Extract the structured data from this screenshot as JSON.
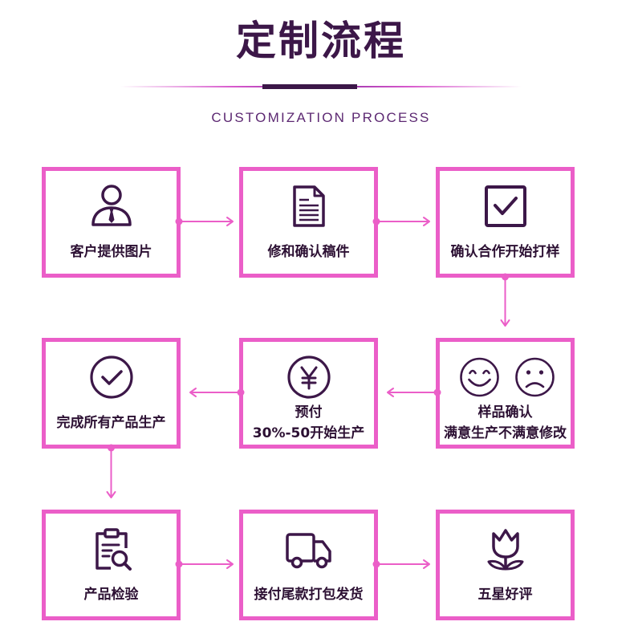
{
  "header": {
    "title": "定制流程",
    "subtitle": "CUSTOMIZATION PROCESS"
  },
  "colors": {
    "title": "#3c1748",
    "subtitle": "#5c2872",
    "border": "#eb5ec8",
    "icon": "#3c1748",
    "arrow": "#eb5ec8",
    "text": "#2c1033"
  },
  "steps": [
    {
      "icon": "person-icon",
      "lines": [
        "客户提供图片"
      ]
    },
    {
      "icon": "document-icon",
      "lines": [
        "修和确认稿件"
      ]
    },
    {
      "icon": "checkbox-icon",
      "lines": [
        "确认合作开始打样"
      ]
    },
    {
      "icon": "smile-and-frown-faces-icon",
      "lines": [
        "样品确认",
        "满意生产不满意修改"
      ]
    },
    {
      "icon": "yen-coin-icon",
      "lines": [
        "预付",
        "30%-50开始生产"
      ]
    },
    {
      "icon": "circle-check-icon",
      "lines": [
        "完成所有产品生产"
      ]
    },
    {
      "icon": "clipboard-search-icon",
      "lines": [
        "产品检验"
      ]
    },
    {
      "icon": "delivery-truck-icon",
      "lines": [
        "接付尾款打包发货"
      ]
    },
    {
      "icon": "tulip-icon",
      "lines": [
        "五星好评"
      ]
    }
  ],
  "connections": [
    [
      0,
      1
    ],
    [
      1,
      2
    ],
    [
      2,
      3
    ],
    [
      3,
      4
    ],
    [
      4,
      5
    ],
    [
      5,
      6
    ],
    [
      6,
      7
    ],
    [
      7,
      8
    ]
  ]
}
